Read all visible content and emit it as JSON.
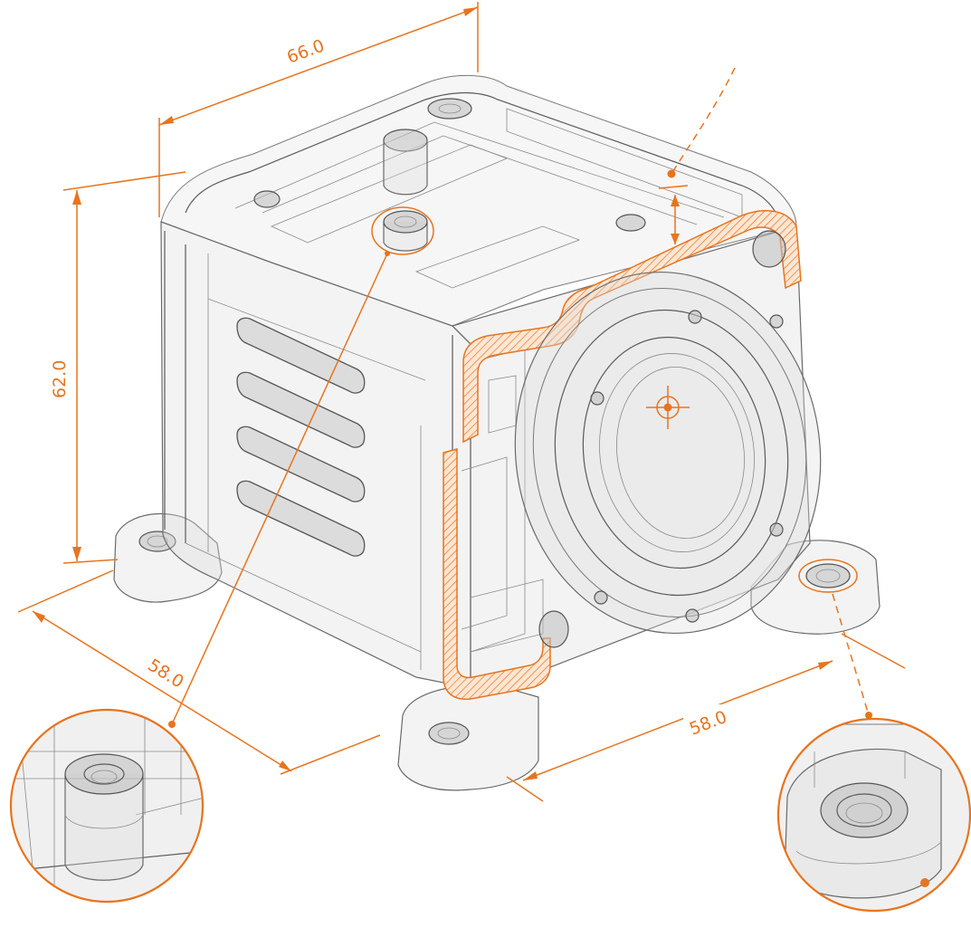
{
  "dimensions": {
    "width_label": "66.0",
    "height_label": "62.0",
    "depth_left_label": "58.0",
    "depth_right_label": "58.0"
  },
  "colors": {
    "accent": "#e8741e",
    "line": "#5a5a5a",
    "background": "#ffffff"
  },
  "icons": {
    "lens_center": "crosshair-icon"
  }
}
